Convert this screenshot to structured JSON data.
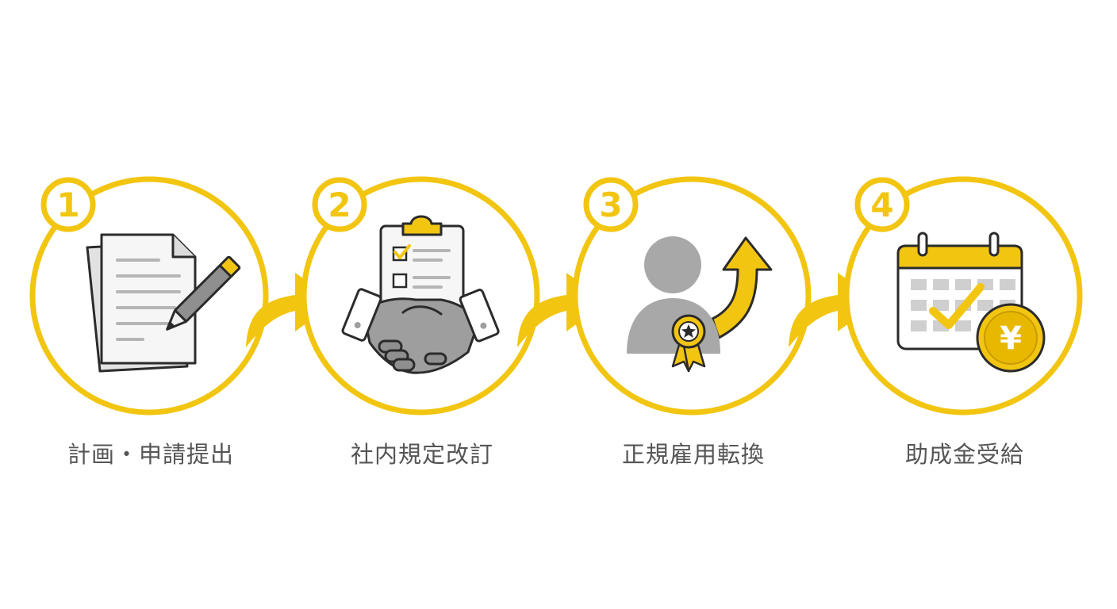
{
  "colors": {
    "accent": "#F2C511",
    "accent_dark": "#D9A800",
    "ink": "#2b2b2b",
    "gray": "#9e9e9e",
    "light_gray": "#d3d3d3",
    "paper": "#f4f4f4",
    "label": "#555555"
  },
  "steps": [
    {
      "number": "1",
      "label": "計画・申請提出",
      "icon": "document-pencil-icon"
    },
    {
      "number": "2",
      "label": "社内規定改訂",
      "icon": "clipboard-handshake-icon"
    },
    {
      "number": "3",
      "label": "正規雇用転換",
      "icon": "person-award-arrow-icon"
    },
    {
      "number": "4",
      "label": "助成金受給",
      "icon": "calendar-yen-coin-icon"
    }
  ],
  "coin_symbol": "¥"
}
